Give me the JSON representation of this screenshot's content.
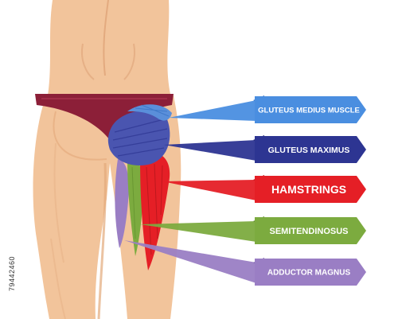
{
  "labels": [
    {
      "key": "gluteus_medius",
      "text": "GLUTEUS MEDIUS MUSCLE",
      "color": "#4a8ee0",
      "dark": "#3570c2"
    },
    {
      "key": "gluteus_maximus",
      "text": "GLUTEUS MAXIMUS",
      "color": "#2d3592",
      "dark": "#1e2470"
    },
    {
      "key": "hamstrings",
      "text": "HAMSTRINGS",
      "color": "#e51f26",
      "dark": "#b5161b"
    },
    {
      "key": "semitendinosus",
      "text": "SEMITENDINOSUS",
      "color": "#7cab3f",
      "dark": "#5d8a2a"
    },
    {
      "key": "adductor_magnus",
      "text": "ADDUCTOR MAGNUS",
      "color": "#9a7ec4",
      "dark": "#7a5fa6"
    }
  ],
  "image_id": "79442460",
  "colors": {
    "skin": "#f2c49b",
    "skin_shadow": "#e2a97a",
    "underwear": "#8c1f38"
  }
}
